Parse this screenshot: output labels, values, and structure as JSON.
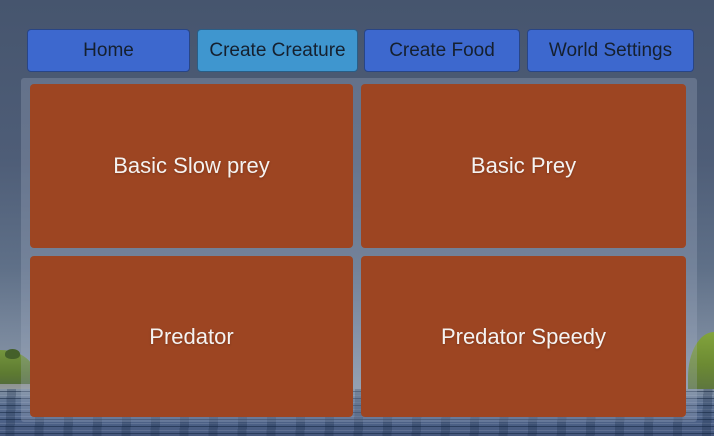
{
  "nav": {
    "items": [
      {
        "label": "Home",
        "active": false
      },
      {
        "label": "Create Creature",
        "active": true
      },
      {
        "label": "Create Food",
        "active": false
      },
      {
        "label": "World Settings",
        "active": false
      }
    ]
  },
  "creature_menu": {
    "buttons": [
      {
        "label": "Basic Slow prey"
      },
      {
        "label": "Basic Prey"
      },
      {
        "label": "Predator"
      },
      {
        "label": "Predator Speedy"
      }
    ]
  },
  "colors": {
    "nav_button": "#3d68ce",
    "nav_active": "#3f96cf",
    "creature_button": "#9d4522",
    "panel_overlay": "rgba(168,181,200,0.28)",
    "sky_top": "#46556e",
    "water": "#4c6187",
    "hill_green": "#74953d",
    "nav_text": "#15202f",
    "button_text": "#f4f2f1"
  }
}
